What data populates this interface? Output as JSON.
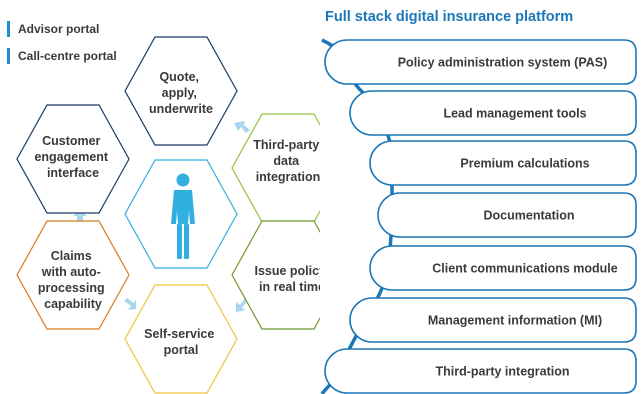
{
  "legend": [
    {
      "label": "Advisor portal"
    },
    {
      "label": "Call-centre portal"
    }
  ],
  "hexagons": [
    {
      "id": "quote",
      "lines": [
        "Quote,",
        "apply,",
        "underwrite"
      ],
      "color": "#1a3a63"
    },
    {
      "id": "third-party-data",
      "lines": [
        "Third-party",
        "data",
        "integration"
      ],
      "color": "#93c13f"
    },
    {
      "id": "issue-policy",
      "lines": [
        "Issue policy",
        "in real time"
      ],
      "color": "#6e9b2e"
    },
    {
      "id": "self-service",
      "lines": [
        "Self-service",
        "portal"
      ],
      "color": "#f2c33a"
    },
    {
      "id": "claims",
      "lines": [
        "Claims",
        "with auto-",
        "processing",
        "capability"
      ],
      "color": "#d97a1f"
    },
    {
      "id": "customer-engagement",
      "lines": [
        "Customer",
        "engagement",
        "interface"
      ],
      "color": "#1a3a63"
    }
  ],
  "center_color": "#31b0e0",
  "platform": {
    "title": "Full stack digital insurance platform",
    "items": [
      {
        "label": "Policy administration system (PAS)"
      },
      {
        "label": "Lead management tools"
      },
      {
        "label": "Premium calculations"
      },
      {
        "label": "Documentation"
      },
      {
        "label": "Client communications module"
      },
      {
        "label": "Management information (MI)"
      },
      {
        "label": "Third-party integration"
      }
    ]
  }
}
